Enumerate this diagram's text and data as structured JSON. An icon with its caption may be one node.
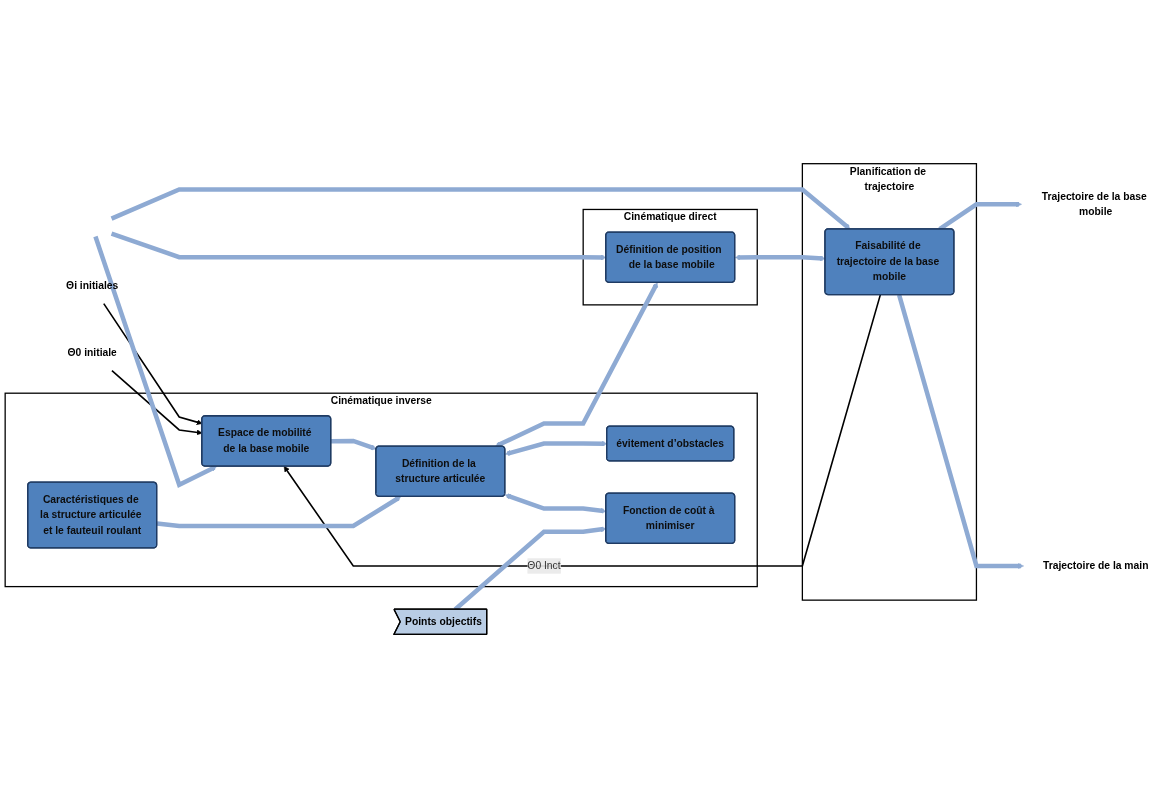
{
  "diagram": {
    "nodes": [
      {
        "text": [
          "Cinématique inverse"
        ]
      },
      {
        "text": [
          "Espace de mobilité de la base mobile"
        ],
        "in": 0
      },
      {
        "text": [
          "Caractéristiques de la structure articulée et le fauteuil roulant"
        ],
        "in": 0
      },
      {
        "text": [
          "Définition de la structure articulée"
        ],
        "in": 0
      },
      {
        "text": [
          "évitement d’obstacles"
        ],
        "in": 0
      },
      {
        "text": [
          "Fonction de coût à minimiser"
        ],
        "in": 0
      },
      {
        "text": [
          "Cinématique direct"
        ]
      },
      {
        "text": [
          "Définition de position  de la base mobile"
        ],
        "in": 6
      },
      {
        "text": [
          "Planification de trajectoire"
        ]
      },
      {
        "text": [
          "Faisabilité de trajectoire de la base mobile"
        ],
        "in": 8
      },
      {
        "text": [
          "Θi initiales"
        ]
      },
      {
        "text": [
          "Θ0 initiale"
        ]
      },
      {
        "text": [
          "Points objectifs"
        ]
      },
      {
        "text": [
          "Trajectoire de la base mobile"
        ]
      },
      {
        "text": [
          "Trajectoire de la main"
        ]
      }
    ],
    "edges": [
      {
        "from": 10,
        "to": 1,
        "arrow": "to",
        "color": "#000000"
      },
      {
        "from": 11,
        "to": 1,
        "arrow": "to",
        "color": "#000000"
      },
      {
        "from": 9,
        "to": 1,
        "arrow": "to",
        "label": "Θ0 Inct",
        "color": "#000000"
      },
      {
        "from": null,
        "to": 1,
        "arrow": "to"
      },
      {
        "from": null,
        "to": 7,
        "arrow": "to"
      },
      {
        "from": null,
        "to": 9,
        "arrow": "to"
      },
      {
        "from": 1,
        "to": 3,
        "arrow": "to"
      },
      {
        "from": 2,
        "to": 3,
        "arrow": "to"
      },
      {
        "from": 3,
        "to": 7,
        "arrow": "both"
      },
      {
        "from": 7,
        "to": 9,
        "arrow": "both"
      },
      {
        "from": 3,
        "to": 4,
        "arrow": "both"
      },
      {
        "from": 3,
        "to": 5,
        "arrow": "both"
      },
      {
        "from": 12,
        "to": 5,
        "arrow": "to"
      },
      {
        "from": 9,
        "to": 13,
        "arrow": "to"
      },
      {
        "from": 9,
        "to": 14,
        "arrow": "to"
      }
    ]
  }
}
